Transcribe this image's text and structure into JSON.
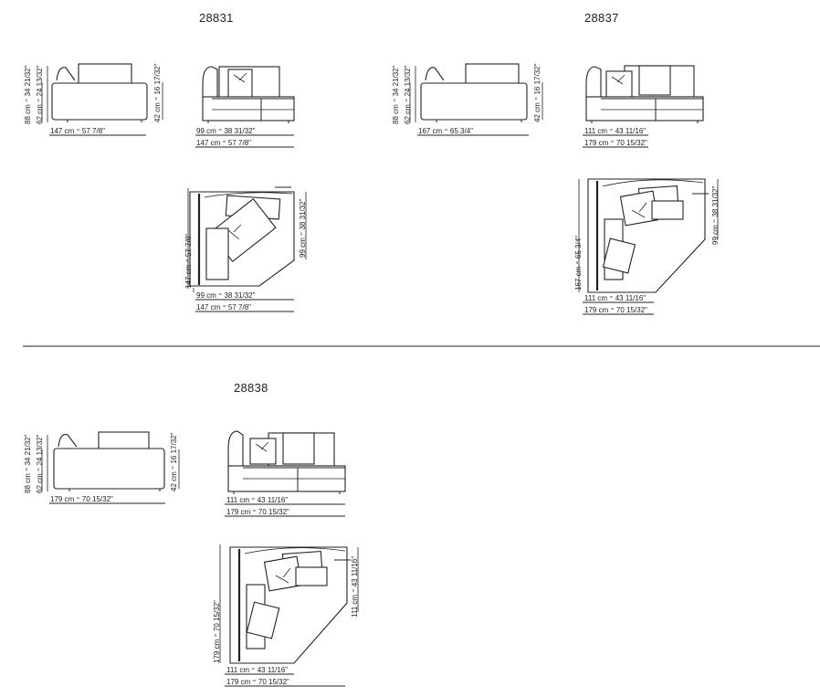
{
  "codes": [
    "28831",
    "28837",
    "28838"
  ],
  "m28831": {
    "front_width": "147 cm ⁼ 57 7/8\"",
    "back_h1": "88 cm ⁼ 34 21/32\"",
    "back_h2": "62 cm ⁼ 24 13/32\"",
    "seat_h": "42 cm ⁼ 16 17/32\"",
    "side_depth": "99 cm ⁼ 38 31/32\"",
    "side_width": "147 cm ⁼ 57 7/8\"",
    "plan_depth": "99 cm ⁼ 38 31/32\"",
    "plan_side": "147 cm ⁼ 57 7/8\"",
    "plan_inner": "99 cm ⁼ 38 31/32\"",
    "plan_width": "147 cm ⁼ 57 7/8\""
  },
  "m28837": {
    "front_width": "167 cm ⁼ 65 3/4\"",
    "back_h1": "88 cm ⁼ 34 21/32\"",
    "back_h2": "62 cm ⁼ 24 13/32\"",
    "seat_h": "42 cm ⁼ 16 17/32\"",
    "side_depth": "111 cm ⁼ 43 11/16\"",
    "side_width": "179 cm ⁼ 70 15/32\"",
    "plan_depth": "99 cm ⁼ 38 31/32\"",
    "plan_side": "167 cm ⁼ 65 3/4\"",
    "plan_inner": "111 cm ⁼ 43 11/16\"",
    "plan_width": "179 cm ⁼ 70 15/32\""
  },
  "m28838": {
    "front_width": "179 cm ⁼ 70 15/32\"",
    "back_h1": "88 cm ⁼ 34 21/32\"",
    "back_h2": "62 cm ⁼ 24 13/32\"",
    "seat_h": "42 cm ⁼ 16 17/32\"",
    "side_depth": "111 cm ⁼ 43 11/16\"",
    "side_width": "179 cm ⁼ 70 15/32\"",
    "plan_depth": "111 cm ⁼ 43 11/16\"",
    "plan_side": "179 cm ⁼ 70 15/32\"",
    "plan_inner": "111 cm ⁼ 43 11/16\"",
    "plan_width": "179 cm ⁼ 70 15/32\""
  }
}
